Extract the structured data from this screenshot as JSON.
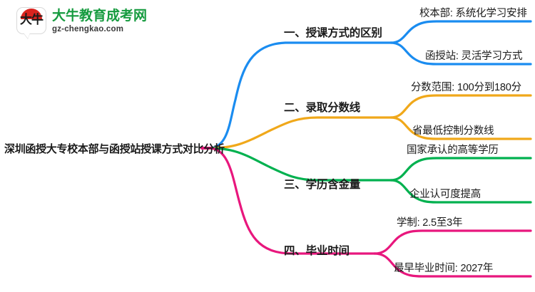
{
  "logo": {
    "mark_text": "大牛",
    "title": "大牛教育成考网",
    "subtitle": "gz-chengkao.com",
    "title_color": "#169b3f",
    "mark_color": "#d9241f"
  },
  "mindmap": {
    "root": {
      "label": "深圳函授大专校本部与函授站授课方式对比分析"
    },
    "branches": [
      {
        "label": "一、授课方式的区别",
        "color": "#1a8cf0",
        "leaves": [
          {
            "label": "校本部: 系统化学习安排"
          },
          {
            "label": "函授站: 灵活学习方式"
          }
        ]
      },
      {
        "label": "二、录取分数线",
        "color": "#f0a81a",
        "leaves": [
          {
            "label": "分数范围: 100分到180分"
          },
          {
            "label": "省最低控制分数线"
          }
        ]
      },
      {
        "label": "三、学历含金量",
        "color": "#00b14f",
        "leaves": [
          {
            "label": "国家承认的高等学历"
          },
          {
            "label": "企业认可度提高"
          }
        ]
      },
      {
        "label": "四、毕业时间",
        "color": "#e8177d",
        "leaves": [
          {
            "label": "学制: 2.5至3年"
          },
          {
            "label": "最早毕业时间: 2027年"
          }
        ]
      }
    ]
  }
}
